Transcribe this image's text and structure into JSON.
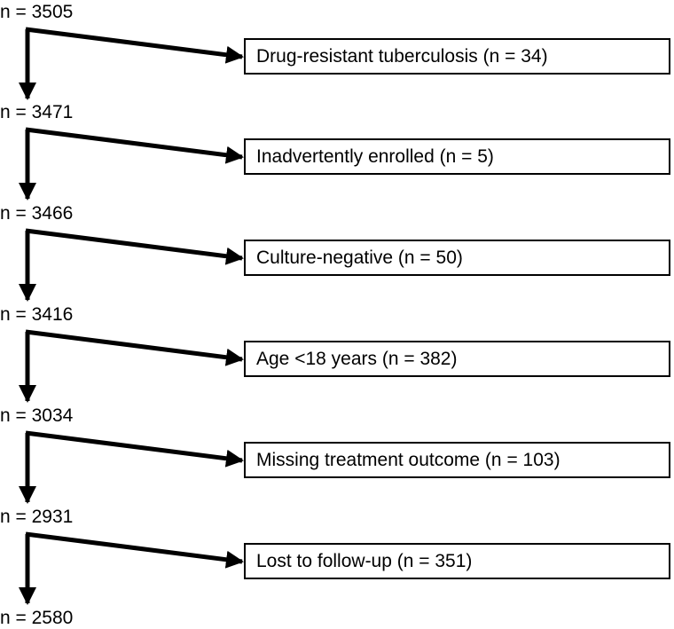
{
  "counts": [
    "n = 3505",
    "n = 3471",
    "n = 3466",
    "n = 3416",
    "n = 3034",
    "n = 2931",
    "n = 2580"
  ],
  "exclusions": [
    "Drug-resistant tuberculosis (n = 34)",
    "Inadvertently enrolled (n = 5)",
    "Culture-negative (n = 50)",
    "Age <18 years (n = 382)",
    "Missing treatment outcome (n = 103)",
    "Lost to follow-up (n = 351)"
  ]
}
